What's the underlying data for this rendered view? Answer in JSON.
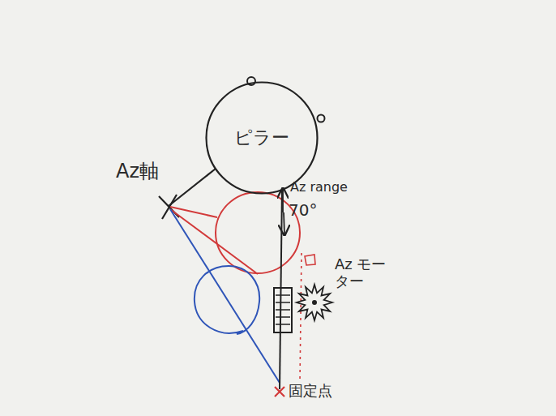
{
  "diagram": {
    "nodes": [
      {
        "text": [
          "ピラー"
        ]
      }
    ],
    "labels": [
      "Az軸",
      "Az range",
      "70°",
      "Az モーター",
      "固定点"
    ]
  }
}
